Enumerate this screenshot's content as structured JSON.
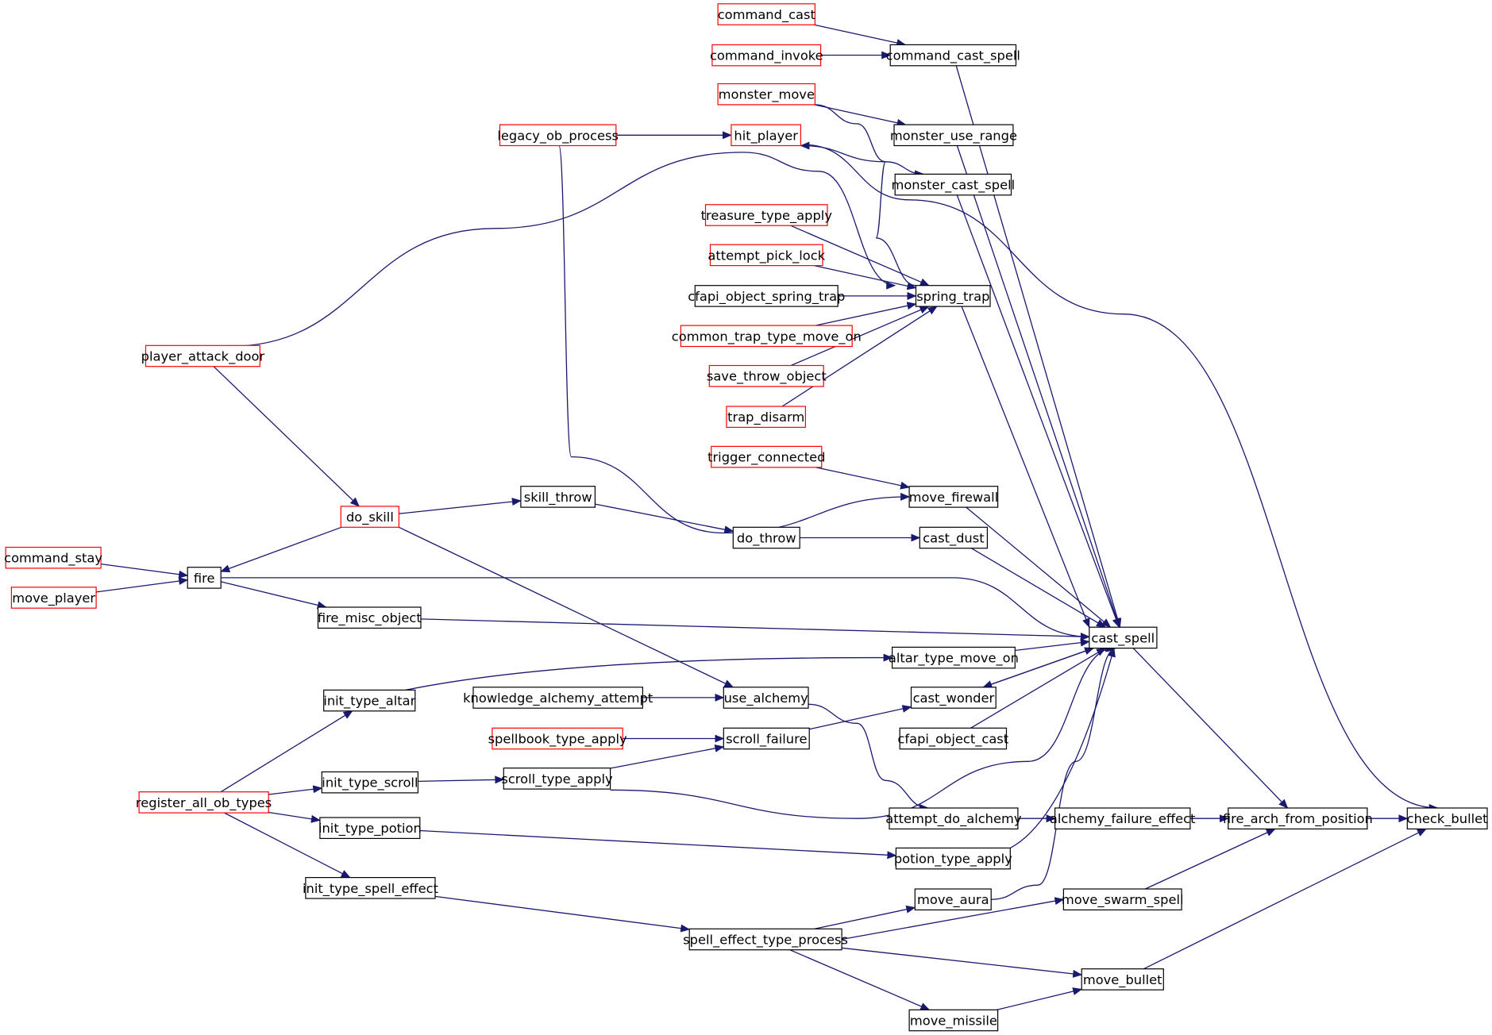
{
  "diagram": {
    "type": "call-graph",
    "colors": {
      "edge": "#191970",
      "border_default": "#000000",
      "border_truncated": "#ff0000",
      "focus_fill": "#bfbfbf"
    },
    "nodes": [
      {
        "id": "check_bullet",
        "label": "check_bullet",
        "style": "focus"
      },
      {
        "id": "fire_arch_from_position",
        "label": "fire_arch_from_position",
        "style": "normal"
      },
      {
        "id": "move_bullet",
        "label": "move_bullet",
        "style": "normal"
      },
      {
        "id": "alchemy_failure_effect",
        "label": "alchemy_failure_effect",
        "style": "normal"
      },
      {
        "id": "cast_spell",
        "label": "cast_spell",
        "style": "normal"
      },
      {
        "id": "move_swarm_spell",
        "label": "move_swarm_spell",
        "style": "normal"
      },
      {
        "id": "hit_player",
        "label": "hit_player",
        "style": "truncated"
      },
      {
        "id": "legacy_ob_process",
        "label": "legacy_ob_process",
        "style": "truncated"
      },
      {
        "id": "spring_trap",
        "label": "spring_trap",
        "style": "normal"
      },
      {
        "id": "command_cast_spell",
        "label": "command_cast_spell",
        "style": "normal"
      },
      {
        "id": "command_cast",
        "label": "command_cast",
        "style": "truncated"
      },
      {
        "id": "command_invoke",
        "label": "command_invoke",
        "style": "truncated"
      },
      {
        "id": "monster_use_range",
        "label": "monster_use_range",
        "style": "normal"
      },
      {
        "id": "monster_cast_spell",
        "label": "monster_cast_spell",
        "style": "normal"
      },
      {
        "id": "monster_move",
        "label": "monster_move",
        "style": "truncated"
      },
      {
        "id": "treasure_type_apply",
        "label": "treasure_type_apply",
        "style": "truncated"
      },
      {
        "id": "attempt_pick_lock",
        "label": "attempt_pick_lock",
        "style": "truncated"
      },
      {
        "id": "cfapi_object_spring_trap",
        "label": "cfapi_object_spring_trap",
        "style": "normal"
      },
      {
        "id": "common_trap_type_move_on",
        "label": "common_trap_type_move_on",
        "style": "truncated"
      },
      {
        "id": "save_throw_object",
        "label": "save_throw_object",
        "style": "truncated"
      },
      {
        "id": "trap_disarm",
        "label": "trap_disarm",
        "style": "truncated"
      },
      {
        "id": "player_attack_door",
        "label": "player_attack_door",
        "style": "truncated"
      },
      {
        "id": "trigger_connected",
        "label": "trigger_connected",
        "style": "truncated"
      },
      {
        "id": "move_firewall",
        "label": "move_firewall",
        "style": "normal"
      },
      {
        "id": "do_skill",
        "label": "do_skill",
        "style": "truncated"
      },
      {
        "id": "skill_throw",
        "label": "skill_throw",
        "style": "normal"
      },
      {
        "id": "do_throw",
        "label": "do_throw",
        "style": "normal"
      },
      {
        "id": "cast_dust",
        "label": "cast_dust",
        "style": "normal"
      },
      {
        "id": "fire",
        "label": "fire",
        "style": "normal"
      },
      {
        "id": "command_stay",
        "label": "command_stay",
        "style": "truncated"
      },
      {
        "id": "move_player",
        "label": "move_player",
        "style": "truncated"
      },
      {
        "id": "fire_misc_object",
        "label": "fire_misc_object",
        "style": "normal"
      },
      {
        "id": "altar_type_move_on",
        "label": "altar_type_move_on",
        "style": "normal"
      },
      {
        "id": "init_type_altar",
        "label": "init_type_altar",
        "style": "normal"
      },
      {
        "id": "cast_wonder",
        "label": "cast_wonder",
        "style": "normal"
      },
      {
        "id": "use_alchemy",
        "label": "use_alchemy",
        "style": "normal"
      },
      {
        "id": "knowledge_alchemy_attempt",
        "label": "knowledge_alchemy_attempt",
        "style": "normal"
      },
      {
        "id": "cfapi_object_cast",
        "label": "cfapi_object_cast",
        "style": "normal"
      },
      {
        "id": "scroll_failure",
        "label": "scroll_failure",
        "style": "normal"
      },
      {
        "id": "spellbook_type_apply",
        "label": "spellbook_type_apply",
        "style": "truncated"
      },
      {
        "id": "scroll_type_apply",
        "label": "scroll_type_apply",
        "style": "normal"
      },
      {
        "id": "init_type_scroll",
        "label": "init_type_scroll",
        "style": "normal"
      },
      {
        "id": "register_all_ob_types",
        "label": "register_all_ob_types",
        "style": "truncated"
      },
      {
        "id": "attempt_do_alchemy",
        "label": "attempt_do_alchemy",
        "style": "normal"
      },
      {
        "id": "init_type_potion",
        "label": "init_type_potion",
        "style": "normal"
      },
      {
        "id": "potion_type_apply",
        "label": "potion_type_apply",
        "style": "normal"
      },
      {
        "id": "init_type_spell_effect",
        "label": "init_type_spell_effect",
        "style": "normal"
      },
      {
        "id": "move_aura",
        "label": "move_aura",
        "style": "normal"
      },
      {
        "id": "spell_effect_type_process",
        "label": "spell_effect_type_process",
        "style": "normal"
      },
      {
        "id": "move_missile",
        "label": "move_missile",
        "style": "normal"
      }
    ],
    "edges": [
      {
        "from": "fire_arch_from_position",
        "to": "check_bullet"
      },
      {
        "from": "move_bullet",
        "to": "check_bullet"
      },
      {
        "from": "hit_player",
        "to": "check_bullet"
      },
      {
        "from": "alchemy_failure_effect",
        "to": "fire_arch_from_position"
      },
      {
        "from": "cast_spell",
        "to": "fire_arch_from_position"
      },
      {
        "from": "move_swarm_spell",
        "to": "fire_arch_from_position"
      },
      {
        "from": "spell_effect_type_process",
        "to": "move_bullet"
      },
      {
        "from": "move_missile",
        "to": "move_bullet"
      },
      {
        "from": "attempt_do_alchemy",
        "to": "alchemy_failure_effect"
      },
      {
        "from": "spell_effect_type_process",
        "to": "move_swarm_spell"
      },
      {
        "from": "legacy_ob_process",
        "to": "hit_player"
      },
      {
        "from": "spring_trap",
        "to": "hit_player"
      },
      {
        "from": "command_cast_spell",
        "to": "cast_spell"
      },
      {
        "from": "monster_use_range",
        "to": "cast_spell"
      },
      {
        "from": "monster_cast_spell",
        "to": "cast_spell"
      },
      {
        "from": "spring_trap",
        "to": "cast_spell"
      },
      {
        "from": "move_firewall",
        "to": "cast_spell"
      },
      {
        "from": "cast_dust",
        "to": "cast_spell"
      },
      {
        "from": "fire",
        "to": "cast_spell"
      },
      {
        "from": "fire_misc_object",
        "to": "cast_spell"
      },
      {
        "from": "altar_type_move_on",
        "to": "cast_spell"
      },
      {
        "from": "cast_wonder",
        "to": "cast_spell"
      },
      {
        "from": "cfapi_object_cast",
        "to": "cast_spell"
      },
      {
        "from": "scroll_type_apply",
        "to": "cast_spell"
      },
      {
        "from": "potion_type_apply",
        "to": "cast_spell"
      },
      {
        "from": "move_aura",
        "to": "cast_spell"
      },
      {
        "from": "cast_spell",
        "to": "cast_wonder"
      },
      {
        "from": "command_cast",
        "to": "command_cast_spell"
      },
      {
        "from": "command_invoke",
        "to": "command_cast_spell"
      },
      {
        "from": "monster_move",
        "to": "monster_use_range"
      },
      {
        "from": "monster_move",
        "to": "monster_cast_spell"
      },
      {
        "from": "treasure_type_apply",
        "to": "spring_trap"
      },
      {
        "from": "attempt_pick_lock",
        "to": "spring_trap"
      },
      {
        "from": "cfapi_object_spring_trap",
        "to": "spring_trap"
      },
      {
        "from": "common_trap_type_move_on",
        "to": "spring_trap"
      },
      {
        "from": "save_throw_object",
        "to": "spring_trap"
      },
      {
        "from": "trap_disarm",
        "to": "spring_trap"
      },
      {
        "from": "player_attack_door",
        "to": "spring_trap"
      },
      {
        "from": "trigger_connected",
        "to": "move_firewall"
      },
      {
        "from": "legacy_ob_process",
        "to": "move_firewall"
      },
      {
        "from": "player_attack_door",
        "to": "do_skill"
      },
      {
        "from": "do_skill",
        "to": "skill_throw"
      },
      {
        "from": "skill_throw",
        "to": "do_throw"
      },
      {
        "from": "do_throw",
        "to": "cast_dust"
      },
      {
        "from": "do_skill",
        "to": "fire"
      },
      {
        "from": "command_stay",
        "to": "fire"
      },
      {
        "from": "move_player",
        "to": "fire"
      },
      {
        "from": "fire",
        "to": "fire_misc_object"
      },
      {
        "from": "init_type_altar",
        "to": "altar_type_move_on"
      },
      {
        "from": "register_all_ob_types",
        "to": "init_type_altar"
      },
      {
        "from": "do_skill",
        "to": "use_alchemy"
      },
      {
        "from": "knowledge_alchemy_attempt",
        "to": "use_alchemy"
      },
      {
        "from": "use_alchemy",
        "to": "attempt_do_alchemy"
      },
      {
        "from": "spellbook_type_apply",
        "to": "scroll_failure"
      },
      {
        "from": "scroll_type_apply",
        "to": "scroll_failure"
      },
      {
        "from": "scroll_failure",
        "to": "cast_wonder"
      },
      {
        "from": "init_type_scroll",
        "to": "scroll_type_apply"
      },
      {
        "from": "register_all_ob_types",
        "to": "init_type_scroll"
      },
      {
        "from": "register_all_ob_types",
        "to": "init_type_potion"
      },
      {
        "from": "init_type_potion",
        "to": "potion_type_apply"
      },
      {
        "from": "register_all_ob_types",
        "to": "init_type_spell_effect"
      },
      {
        "from": "init_type_spell_effect",
        "to": "spell_effect_type_process"
      },
      {
        "from": "spell_effect_type_process",
        "to": "move_aura"
      },
      {
        "from": "spell_effect_type_process",
        "to": "move_missile"
      }
    ]
  }
}
